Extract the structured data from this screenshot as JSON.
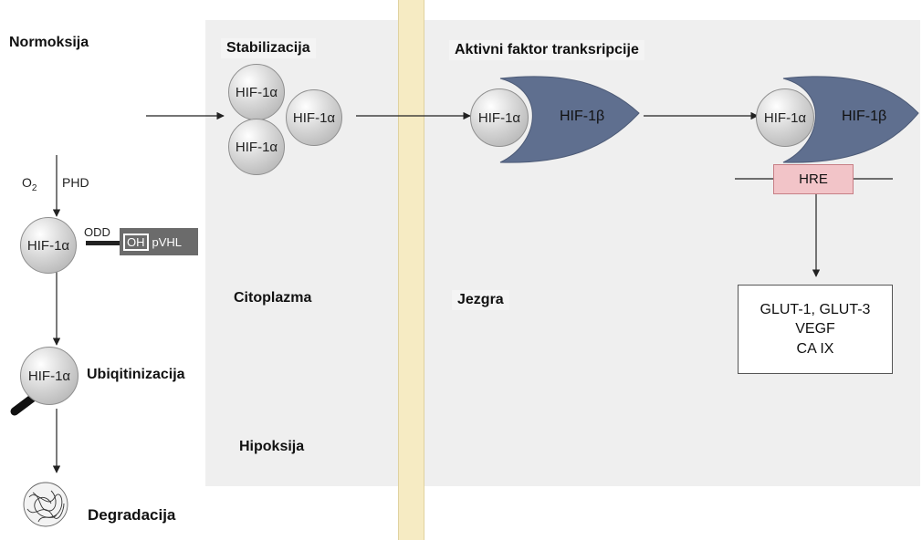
{
  "labels": {
    "normoksija": "Normoksija",
    "stabilizacija": "Stabilizacija",
    "aktivni": "Aktivni faktor tranksripcije",
    "citoplazma": "Citoplazma",
    "jezgra": "Jezgra",
    "hipoksija": "Hipoksija",
    "ubiqitinizacija": "Ubiqitinizacija",
    "degradacija": "Degradacija"
  },
  "molecules": {
    "hif1a": "HIF-1α",
    "hif1b": "HIF-1β",
    "hre": "HRE"
  },
  "pathway": {
    "o2_sub": "2",
    "o2_main": "O",
    "phd": "PHD",
    "odd": "ODD",
    "oh": "OH",
    "pvhl": "pVHL"
  },
  "genes": [
    "GLUT-1, GLUT-3",
    "VEGF",
    "CA IX"
  ],
  "colors": {
    "panel": "#efefef",
    "membrane": "#f6ebc3",
    "hif1b": "#5f6f8f",
    "hre": "#f2c4c8"
  }
}
